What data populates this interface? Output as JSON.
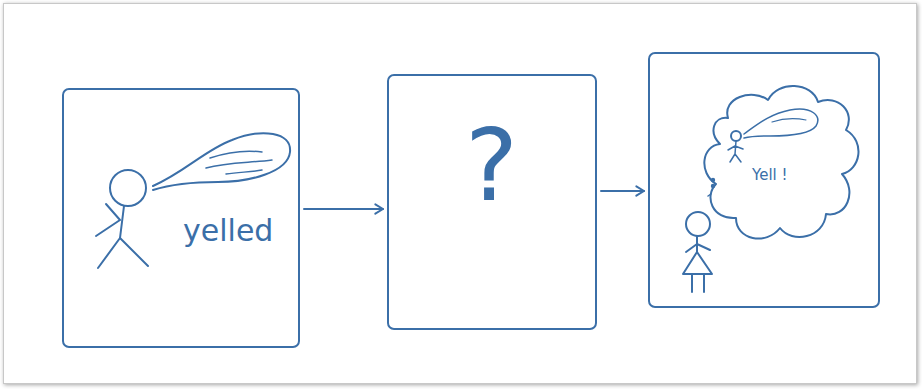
{
  "diagram": {
    "nodes": [
      {
        "text": [
          "yelled"
        ]
      },
      {
        "text": [
          "?"
        ]
      },
      {
        "text": [
          "Yell !"
        ]
      }
    ],
    "edges": [
      {
        "from": 0,
        "to": 1,
        "arrow": "to"
      },
      {
        "from": 1,
        "to": 2,
        "arrow": "to"
      }
    ]
  }
}
